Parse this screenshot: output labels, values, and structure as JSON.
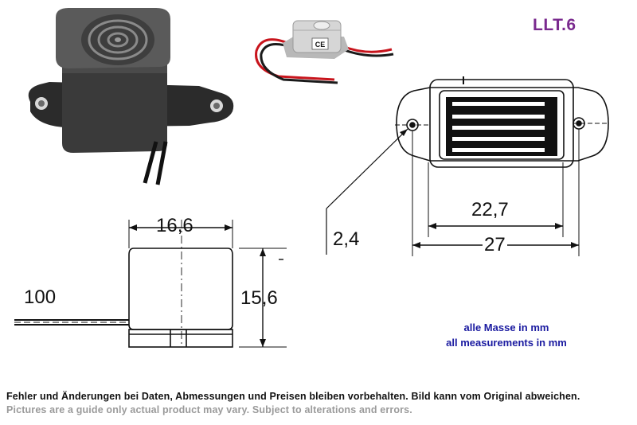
{
  "product_code": "LLT.6",
  "ce_mark": "CE",
  "dimensions": {
    "top_width": "16,6",
    "side_height": "15,6",
    "wire_length": "100",
    "hole_diameter": "2,4",
    "inner_width": "22,7",
    "overall_width": "27"
  },
  "notes": {
    "units_de": "alle Masse in mm",
    "units_en": "all measurements in mm"
  },
  "footer": {
    "disclaimer_de": "Fehler und Änderungen bei Daten, Abmessungen und Preisen bleiben vorbehalten. Bild kann vom Original abweichen.",
    "disclaimer_en": "Pictures are a guide only actual product may vary. Subject to alterations and errors."
  }
}
